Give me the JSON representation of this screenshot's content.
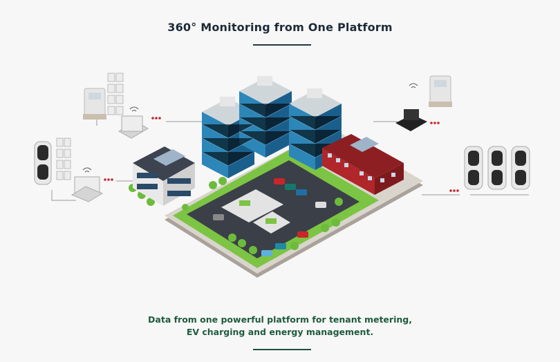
{
  "header": {
    "title": "360° Monitoring from One Platform"
  },
  "caption": {
    "line1": "Data from one powerful platform for tenant metering,",
    "line2": "EV charging and energy management."
  },
  "colors": {
    "title": "#1d2a38",
    "caption": "#1f5a3e",
    "accent_dots": "#c8262b",
    "grass": "#7cc443",
    "tower_glass": "#1f78a8",
    "brick": "#b0262a"
  }
}
